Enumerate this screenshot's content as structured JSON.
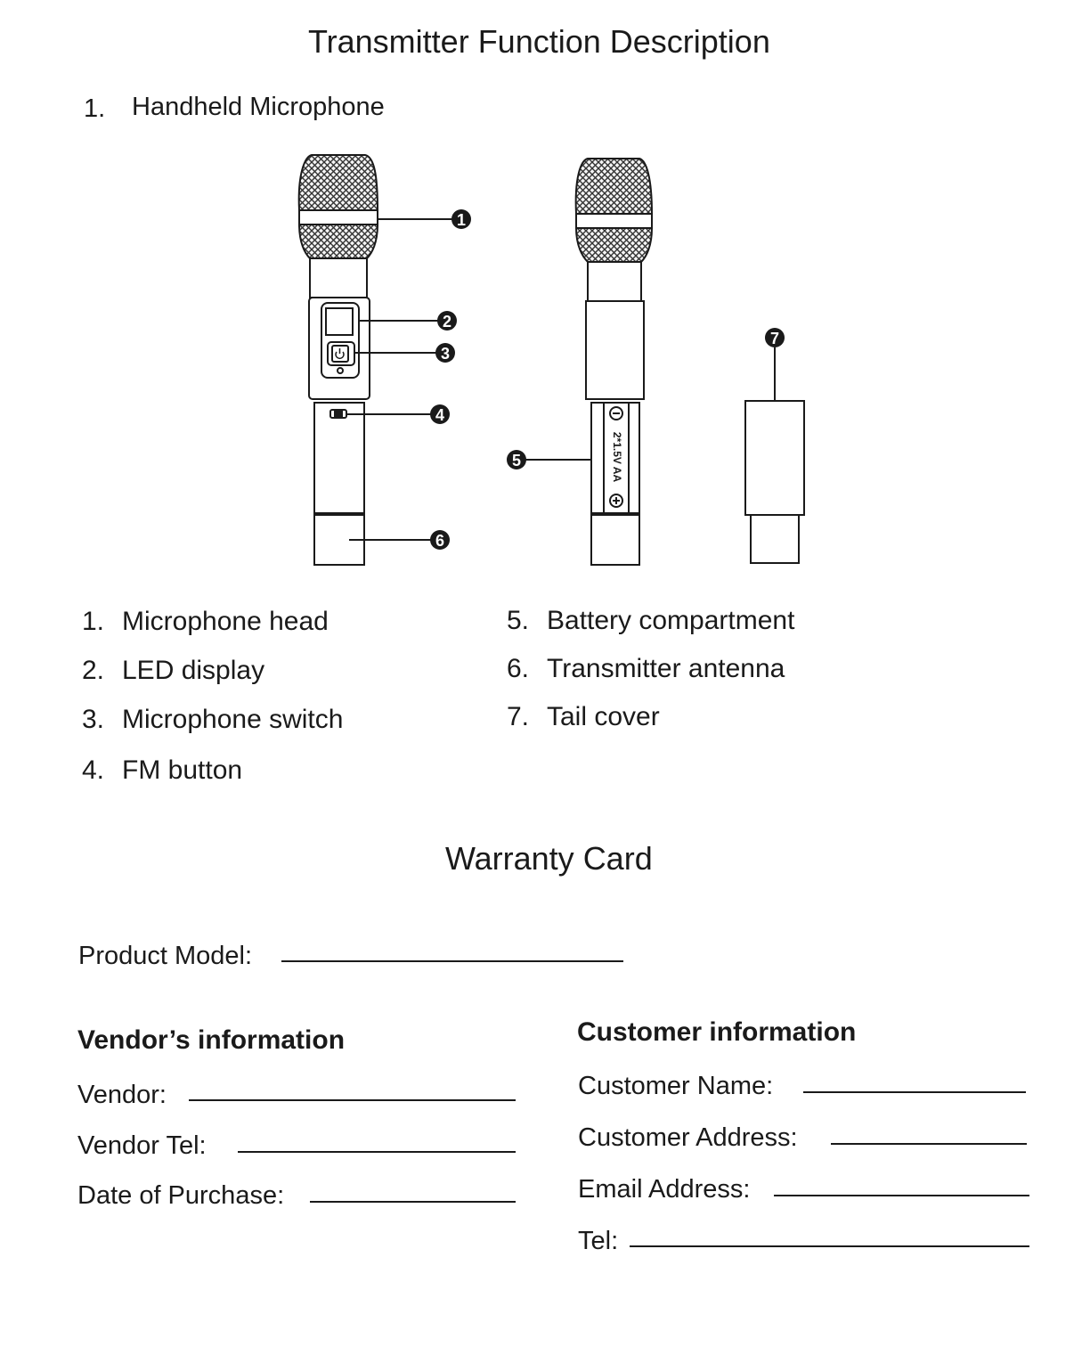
{
  "header": {
    "title": "Transmitter Function Description",
    "section_number": "1.",
    "section_title": "Handheld Microphone"
  },
  "diagram": {
    "callouts": [
      "1",
      "2",
      "3",
      "4",
      "5",
      "6",
      "7"
    ],
    "battery_label": "2*1.5V AA"
  },
  "parts": [
    {
      "num": "1.",
      "label": "Microphone head"
    },
    {
      "num": "2.",
      "label": "LED display"
    },
    {
      "num": "3.",
      "label": "Microphone switch"
    },
    {
      "num": "4.",
      "label": "FM button"
    },
    {
      "num": "5.",
      "label": "Battery compartment"
    },
    {
      "num": "6.",
      "label": "Transmitter antenna"
    },
    {
      "num": "7.",
      "label": "Tail cover"
    }
  ],
  "warranty": {
    "title": "Warranty Card",
    "product_model": "Product Model:",
    "vendor": {
      "heading": "Vendor’s information",
      "fields": [
        "Vendor:",
        "Vendor Tel:",
        "Date of Purchase:"
      ]
    },
    "customer": {
      "heading": "Customer information",
      "fields": [
        "Customer Name:",
        "Customer Address:",
        "Email Address:",
        "Tel:"
      ]
    }
  }
}
